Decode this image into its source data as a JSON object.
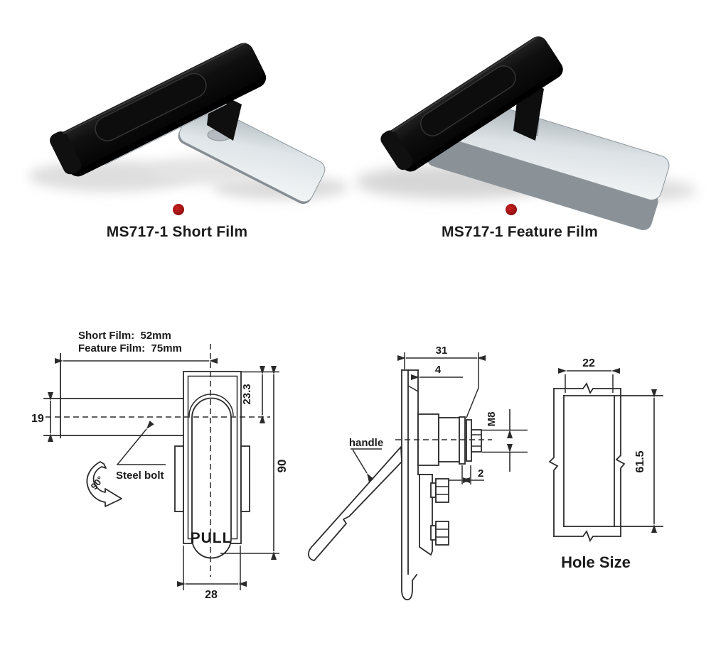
{
  "colors": {
    "background": "#ffffff",
    "drawing_line": "#2b2b2b",
    "text": "#1a1a1a",
    "bullet_dot": "#a01313",
    "handle_black": "#141414",
    "metal_light": "#e8edef"
  },
  "products": {
    "left": {
      "label": "MS717-1 Short Film"
    },
    "right": {
      "label": "MS717-1 Feature Film"
    }
  },
  "front_view": {
    "film_note_line1": "Short Film:  52mm",
    "film_note_line2": "Feature Film:  75mm",
    "dim_19": "19",
    "dim_23_3": "23.3",
    "dim_90": "90",
    "dim_28": "28",
    "pull_text": "PULL",
    "steel_bolt_label": "Steel bolt",
    "rotate_label": "90°"
  },
  "side_view": {
    "dim_31": "31",
    "dim_4": "4",
    "thread_label": "M8",
    "dim_2": "2",
    "handle_label": "handle"
  },
  "hole_view": {
    "dim_22": "22",
    "dim_61_5": "61.5",
    "title": "Hole Size"
  }
}
